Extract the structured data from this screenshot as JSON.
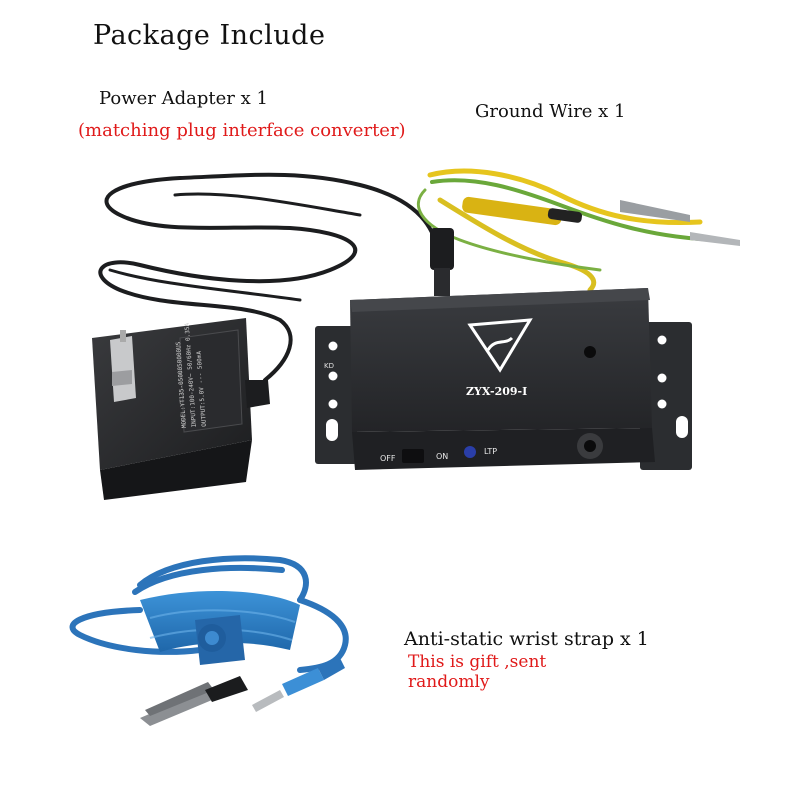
{
  "title": "Package Include",
  "items": {
    "power_adapter": {
      "label": "Power Adapter x 1",
      "note": "(matching plug interface converter)",
      "printed_text": [
        "MODEL:YT135-0500050000US",
        "INPUT:100-240V~ 50/60Hz 0.35A",
        "OUTPUT:5.0V --- 500mA"
      ]
    },
    "ground_wire": {
      "label": "Ground Wire x 1"
    },
    "monitor": {
      "model": "ZYX-209-I",
      "switch_off": "OFF",
      "switch_on": "ON",
      "indicator": "LTP",
      "side_mark": "KD"
    },
    "wrist_strap": {
      "label": "Anti-static wrist strap x 1",
      "note_line1": "This is gift ,sent",
      "note_line2": "randomly"
    }
  },
  "colors": {
    "note_red": "#e01a1a",
    "device_black": "#27292c",
    "strap_blue": "#2f7ec6",
    "wire_yellow": "#e6c51e",
    "wire_green": "#6aa83a"
  }
}
